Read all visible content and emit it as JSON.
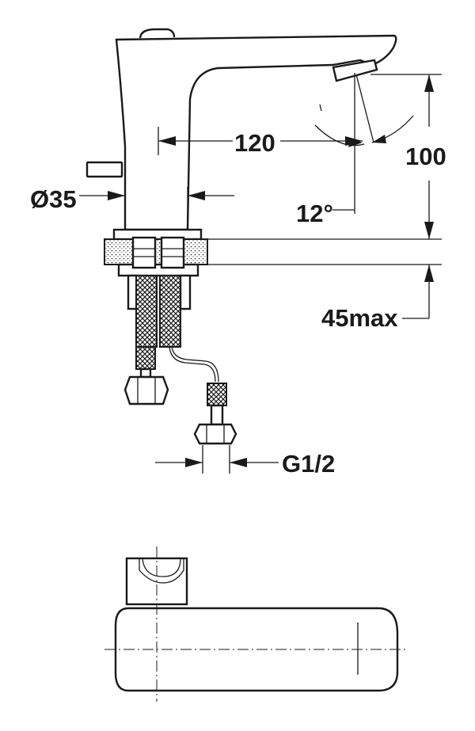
{
  "dimensions": {
    "spout_reach": "120",
    "height": "100",
    "angle": "12°",
    "hole_diameter": "Ø35",
    "max_thickness": "45max",
    "thread": "G1/2"
  },
  "colors": {
    "ink": "#1a1a1a",
    "background": "#ffffff"
  }
}
